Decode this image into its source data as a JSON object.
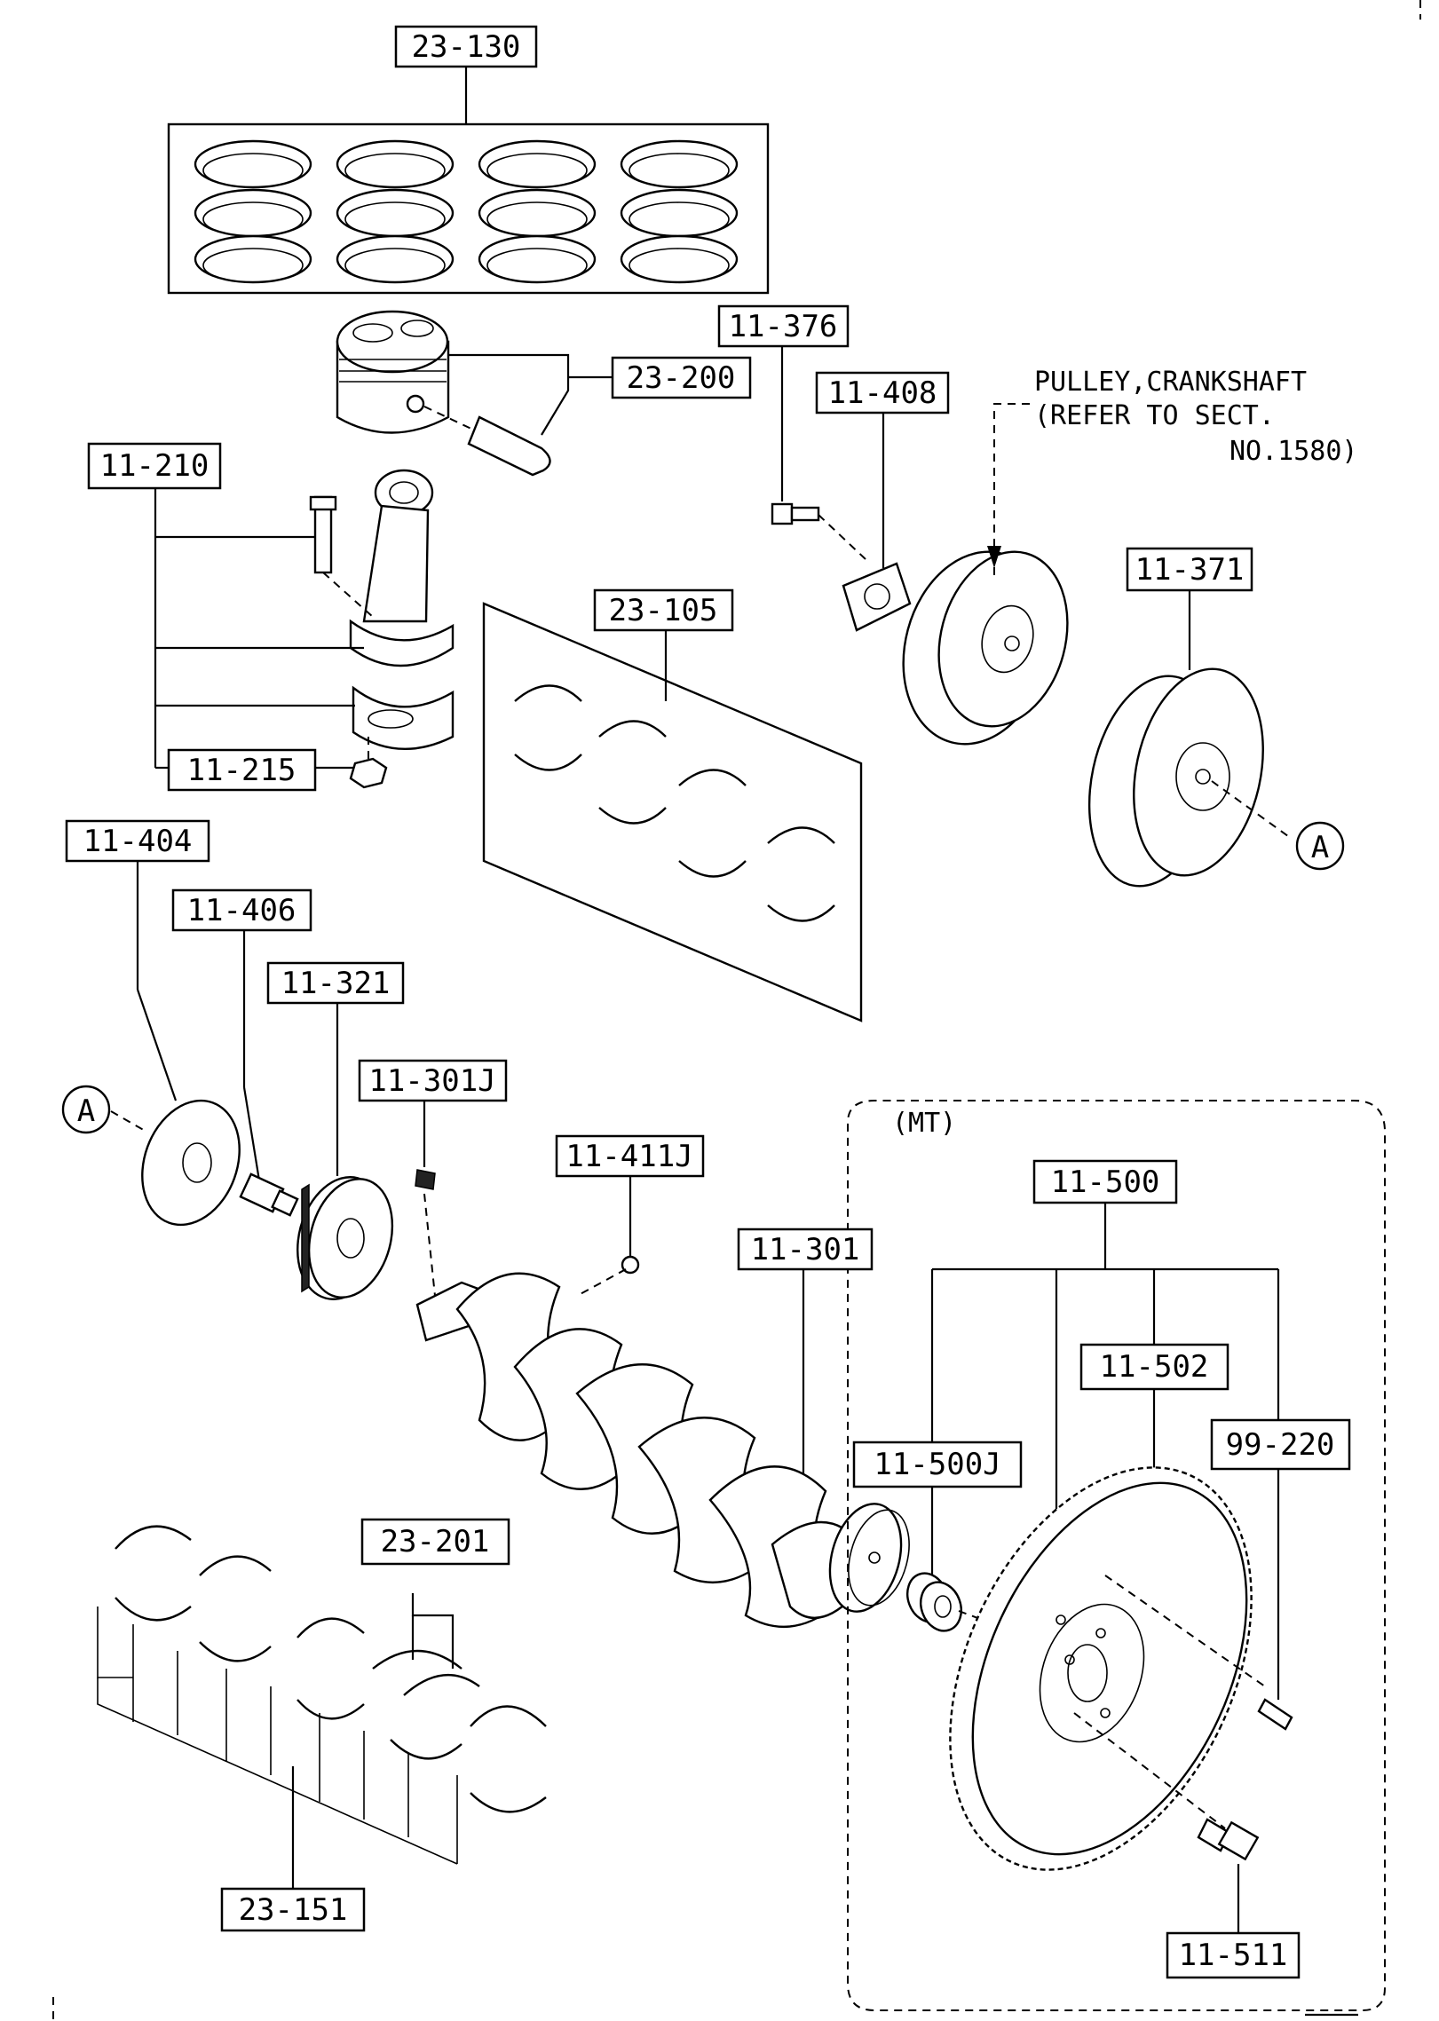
{
  "labels": {
    "l_23_130": "23-130",
    "l_23_200": "23-200",
    "l_11_376": "11-376",
    "l_11_408": "11-408",
    "l_11_210": "11-210",
    "l_23_105": "23-105",
    "l_11_371": "11-371",
    "l_11_215": "11-215",
    "l_11_404": "11-404",
    "l_11_406": "11-406",
    "l_11_321": "11-321",
    "l_11_301j": "11-301J",
    "l_11_411j": "11-411J",
    "l_11_301": "11-301",
    "l_11_500": "11-500",
    "l_11_502": "11-502",
    "l_11_500j": "11-500J",
    "l_99_220": "99-220",
    "l_23_201": "23-201",
    "l_23_151": "23-151",
    "l_11_511": "11-511"
  },
  "note": {
    "line1": "PULLEY,CRANKSHAFT",
    "line2": "(REFER TO SECT.",
    "line3": "NO.1580)"
  },
  "ref": {
    "a1": "A",
    "a2": "A"
  },
  "group": {
    "mt": "(MT)"
  }
}
